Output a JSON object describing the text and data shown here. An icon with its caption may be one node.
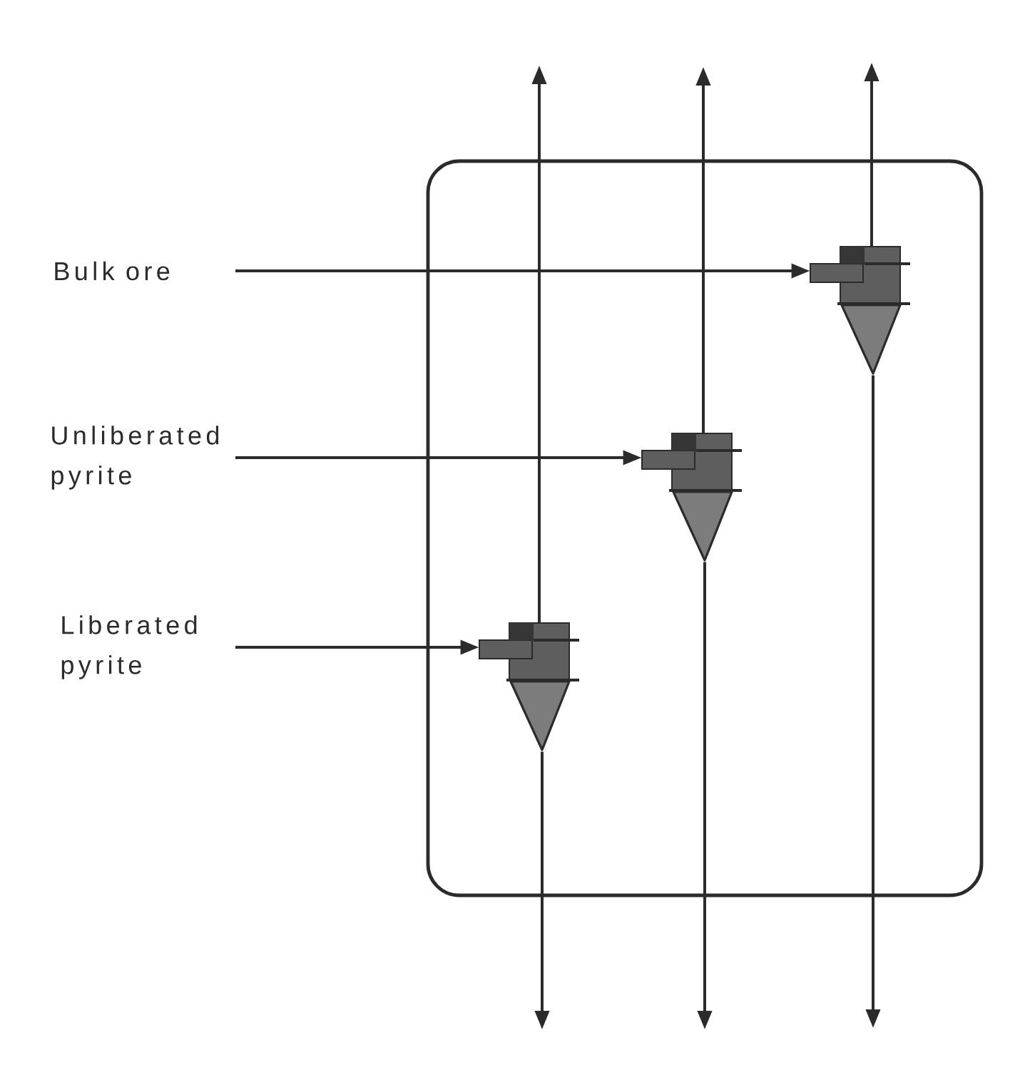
{
  "diagram": {
    "nodes": [
      {
        "text": [],
        "shape": "box"
      },
      {
        "text": [
          "Bulk ore"
        ]
      },
      {
        "text": [
          "Unliberated pyrite"
        ]
      },
      {
        "text": [
          "Liberated pyrite"
        ]
      },
      {
        "text": [],
        "shape": "picture",
        "in": 0
      },
      {
        "text": [],
        "shape": "picture",
        "in": 0
      },
      {
        "text": [],
        "shape": "picture",
        "in": 0
      }
    ],
    "edges": [
      {
        "from": 1,
        "to": 4,
        "arrow": "to"
      },
      {
        "from": 2,
        "to": 5,
        "arrow": "to"
      },
      {
        "from": 3,
        "to": 6,
        "arrow": "to"
      },
      {
        "from": 4,
        "to": null,
        "arrow": "to"
      },
      {
        "from": 4,
        "to": null,
        "arrow": "to"
      },
      {
        "from": 5,
        "to": null,
        "arrow": "to"
      },
      {
        "from": 5,
        "to": null,
        "arrow": "to"
      },
      {
        "from": 6,
        "to": null,
        "arrow": "to"
      },
      {
        "from": 6,
        "to": null,
        "arrow": "to"
      }
    ]
  }
}
